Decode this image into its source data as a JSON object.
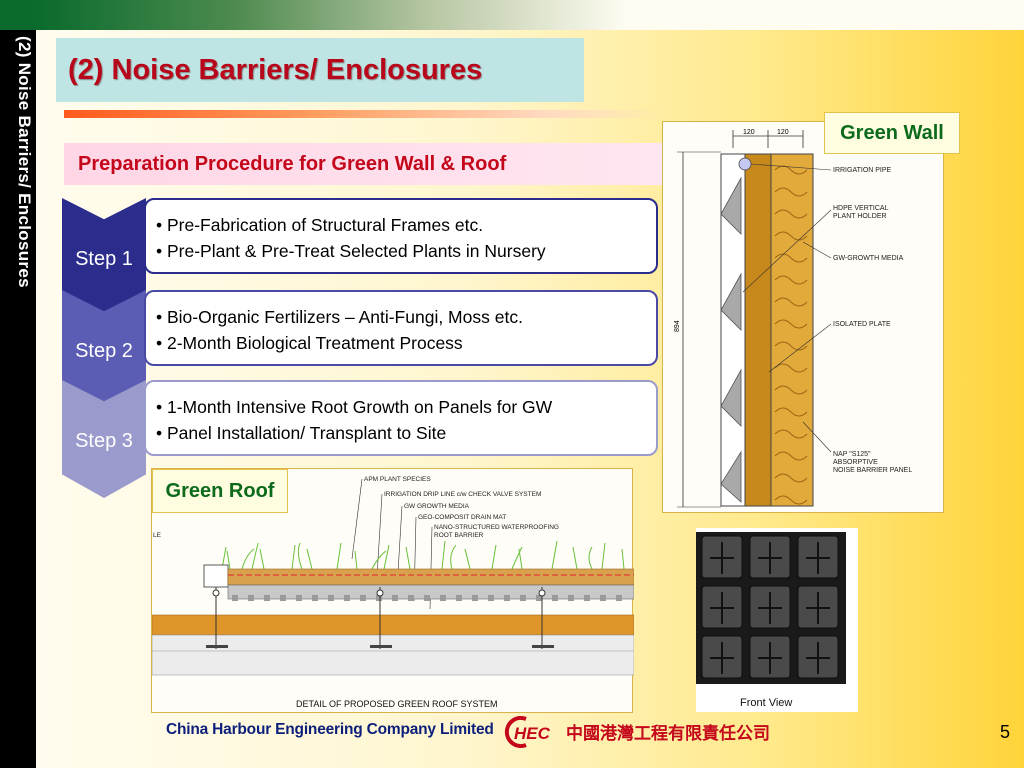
{
  "side_label": "(2) Noise Barriers/ Enclosures",
  "title": "(2) Noise Barriers/ Enclosures",
  "subtitle": "Preparation Procedure for Green Wall & Roof",
  "steps": [
    {
      "label": "Step 1",
      "color": "#2b2c8c",
      "border": "#2b2c8c",
      "lines": [
        "• Pre-Fabrication of Structural Frames etc.",
        "• Pre-Plant & Pre-Treat Selected Plants in Nursery"
      ]
    },
    {
      "label": "Step 2",
      "color": "#5b5cb3",
      "border": "#4a4aa6",
      "lines": [
        "• Bio-Organic Fertilizers – Anti-Fungi, Moss etc.",
        "• 2-Month Biological Treatment Process"
      ]
    },
    {
      "label": "Step 3",
      "color": "#9a9acc",
      "border": "#9a9acc",
      "lines": [
        "• 1-Month Intensive Root Growth on Panels for GW",
        "• Panel Installation/ Transplant to Site"
      ]
    }
  ],
  "green_wall": {
    "label": "Green Wall",
    "dims": [
      "120",
      "120"
    ],
    "height_dim": "894",
    "annotations": [
      "IRRIGATION PIPE",
      "HDPE VERTICAL",
      "PLANT HOLDER",
      "GW-GROWTH MEDIA",
      "ISOLATED PLATE",
      "NAP \"S125\"",
      "ABSORPTIVE",
      "NOISE BARRIER PANEL"
    ]
  },
  "green_roof": {
    "label": "Green Roof",
    "annotations": [
      "APM PLANT SPECIES",
      "IRRIGATION DRIP LINE c/w CHECK VALVE SYSTEM",
      "GW GROWTH MEDIA",
      "GEO-COMPOSIT DRAIN MAT",
      "NANO-STRUCTURED WATERPROOFING",
      "ROOT BARRIER"
    ],
    "caption": "DETAIL OF PROPOSED GREEN ROOF SYSTEM",
    "edge_mark": "LE"
  },
  "front_view": {
    "caption": "Front View"
  },
  "footer": {
    "company": "China Harbour Engineering Company Limited",
    "logo_text": "HEC",
    "chinese_name": "中國港灣工程有限責任公司",
    "page": "5"
  },
  "colors": {
    "title_red": "#b8071a",
    "label_green": "#0c6a1c",
    "footer_blue": "#0c1f7a"
  }
}
